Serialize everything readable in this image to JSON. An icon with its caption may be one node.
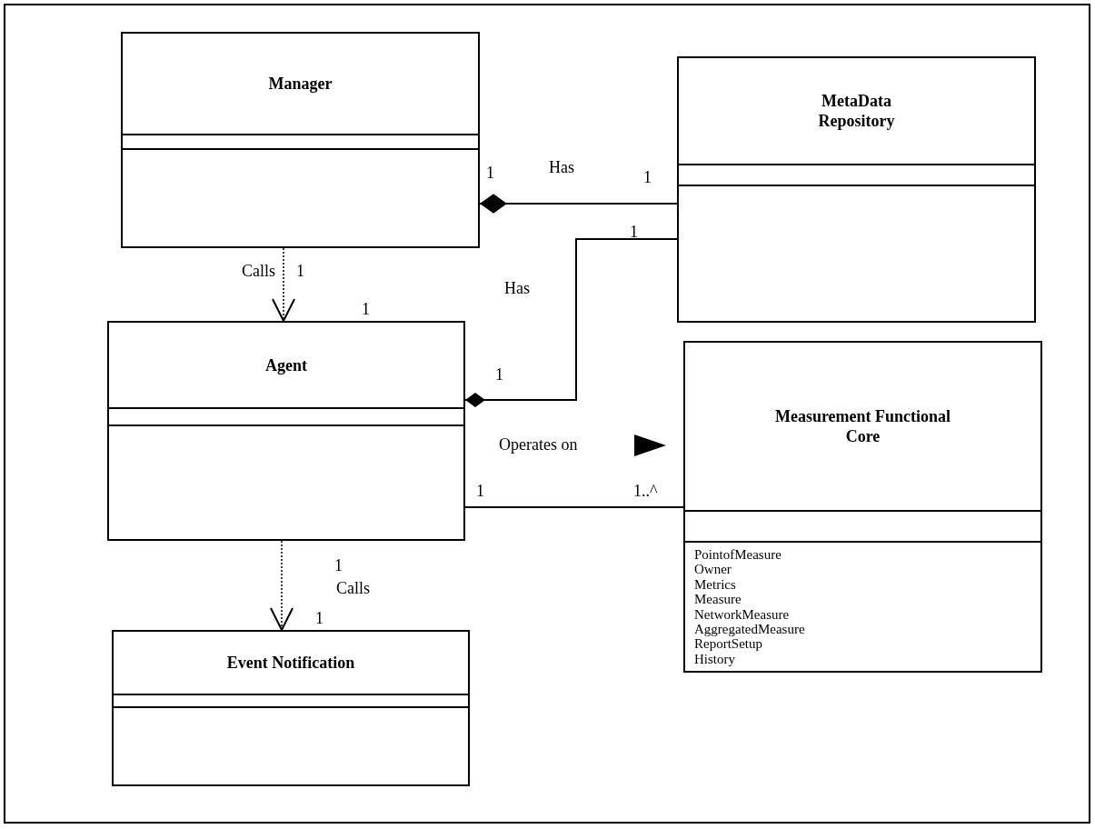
{
  "diagram": {
    "nodes": [
      {
        "text": [
          "Manager"
        ]
      },
      {
        "text": [
          "MetaData Repository"
        ]
      },
      {
        "text": [
          "Agent"
        ]
      },
      {
        "text": [
          "Measurement Functional Core",
          "PointofMeasure",
          "Owner",
          "Metrics",
          "Measure",
          "NetworkMeasure",
          "AggregatedMeasure",
          "ReportSetup",
          "History"
        ]
      },
      {
        "text": [
          "Event Notification"
        ]
      }
    ],
    "edges": [
      {
        "from": 0,
        "to": 1,
        "arrow": "other",
        "label": "Has"
      },
      {
        "from": 2,
        "to": 1,
        "arrow": "other",
        "label": "Has"
      },
      {
        "from": 0,
        "to": 2,
        "arrow": "to",
        "label": "Calls",
        "style": "dashed"
      },
      {
        "from": 2,
        "to": 3,
        "arrow": "none",
        "label": "Operates on"
      },
      {
        "from": 2,
        "to": 4,
        "arrow": "to",
        "label": "Calls",
        "style": "dashed"
      }
    ],
    "labels": [
      "1",
      "1",
      "1",
      "1",
      "1",
      "1",
      "1",
      "1..^",
      "1",
      "1"
    ]
  }
}
